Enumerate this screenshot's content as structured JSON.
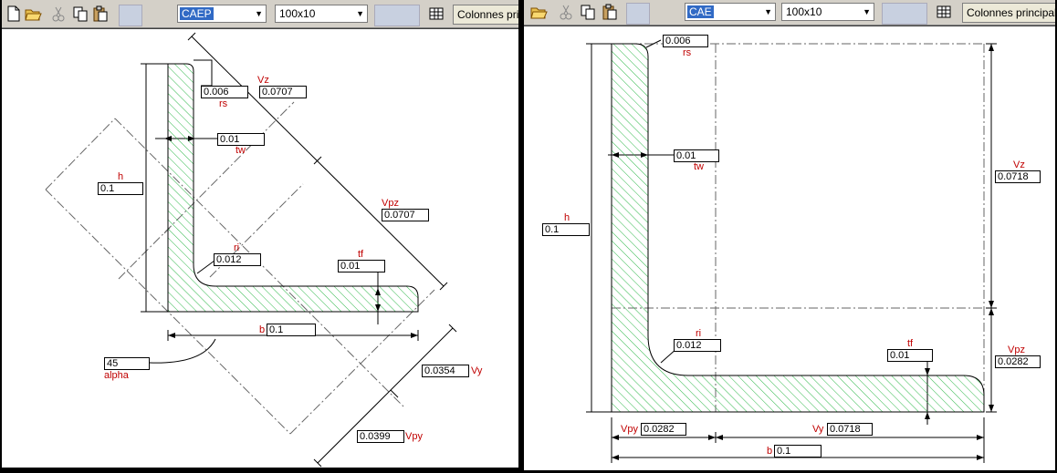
{
  "left": {
    "toolbar": {
      "section_value": "CAEP",
      "size_value": "100x10",
      "columns_button": "Colonnes princip"
    },
    "labels": {
      "rs": "rs",
      "vz": "Vz",
      "tw": "tw",
      "h": "h",
      "vpz": "Vpz",
      "ri": "ri",
      "tf": "tf",
      "b": "b",
      "alpha": "alpha",
      "vy": "Vy",
      "vpy": "Vpy"
    },
    "values": {
      "rs": "0.006",
      "vz": "0.0707",
      "tw": "0.01",
      "h": "0.1",
      "vpz": "0.0707",
      "ri": "0.012",
      "tf": "0.01",
      "b": "0.1",
      "alpha": "45",
      "vy": "0.0354",
      "vpy": "0.0399"
    }
  },
  "right": {
    "toolbar": {
      "section_value": "CAE",
      "size_value": "100x10",
      "columns_button": "Colonnes principales"
    },
    "labels": {
      "rs": "rs",
      "tw": "tw",
      "h": "h",
      "vz": "Vz",
      "ri": "ri",
      "tf": "tf",
      "vpz": "Vpz",
      "vpy": "Vpy",
      "vy": "Vy",
      "b": "b"
    },
    "values": {
      "rs": "0.006",
      "tw": "0.01",
      "h": "0.1",
      "vz": "0.0718",
      "ri": "0.012",
      "tf": "0.01",
      "vpz": "0.0282",
      "vpy": "0.0282",
      "vy": "0.0718",
      "b": "0.1"
    }
  }
}
